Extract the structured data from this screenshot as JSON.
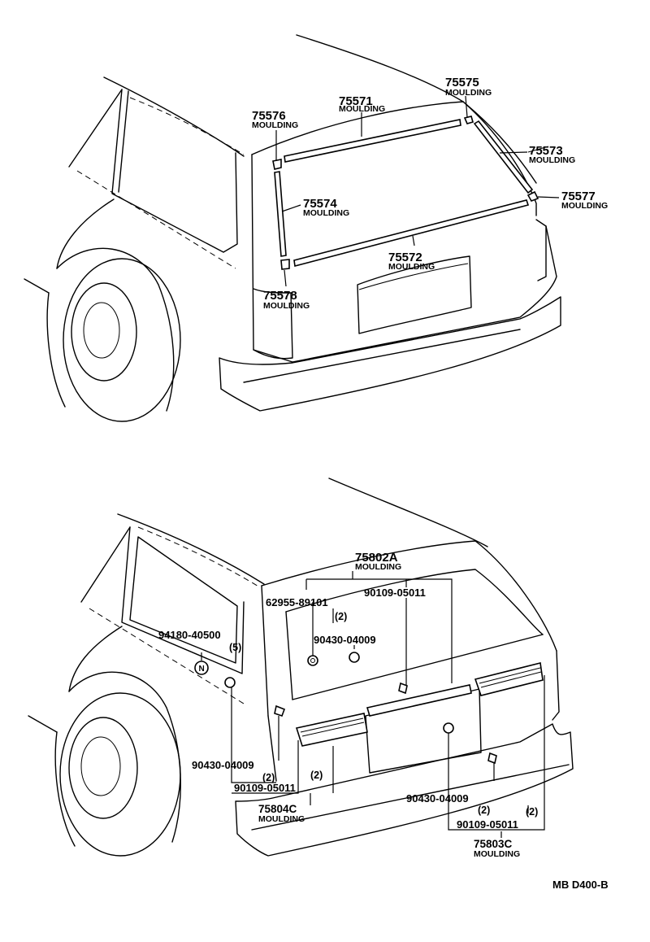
{
  "top": {
    "p75571": {
      "number": "75571",
      "label": "MOULDING"
    },
    "p75572": {
      "number": "75572",
      "label": "MOULDING"
    },
    "p75573": {
      "number": "75573",
      "label": "MOULDING"
    },
    "p75574": {
      "number": "75574",
      "label": "MOULDING"
    },
    "p75575": {
      "number": "75575",
      "label": "MOULDING"
    },
    "p75576": {
      "number": "75576",
      "label": "MOULDING"
    },
    "p75577": {
      "number": "75577",
      "label": "MOULDING"
    },
    "p75578": {
      "number": "75578",
      "label": "MOULDING"
    }
  },
  "bottom": {
    "p75802A": {
      "number": "75802A",
      "label": "MOULDING"
    },
    "p75804C": {
      "number": "75804C",
      "label": "MOULDING"
    },
    "p75803C": {
      "number": "75803C",
      "label": "MOULDING"
    },
    "clip62955": {
      "number": "62955-89101",
      "qty": "(2)"
    },
    "clip90109_top": {
      "number": "90109-05011"
    },
    "clip90430_top": {
      "number": "90430-04009"
    },
    "clip94180": {
      "number": "94180-40500",
      "qty": "(5)"
    },
    "clip90430_left": {
      "number": "90430-04009",
      "qty": "(2)"
    },
    "clip90109_left": {
      "number": "90109-05011",
      "qty": "(2)"
    },
    "clip90430_right": {
      "number": "90430-04009",
      "qty": "(2)"
    },
    "clip90109_right": {
      "number": "90109-05011",
      "qty": "(2)"
    },
    "nut_symbol": "N"
  },
  "diagram_code": "MB D400-B"
}
